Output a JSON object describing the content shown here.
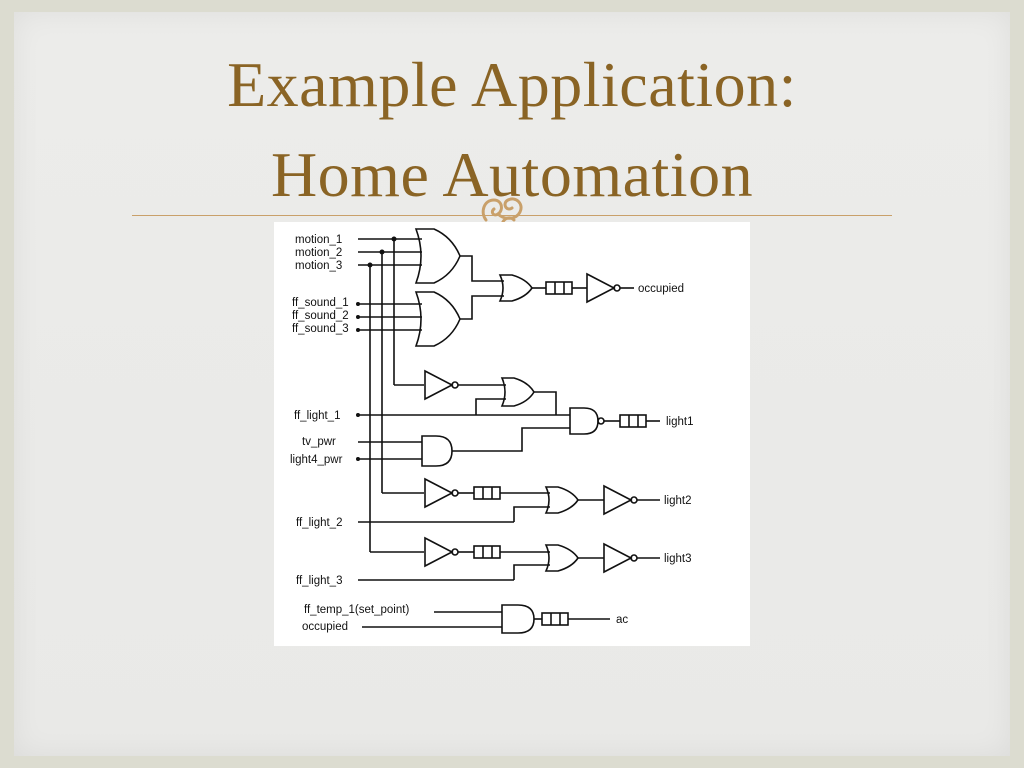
{
  "slide": {
    "title_line1": "Example Application:",
    "title_line2": "Home Automation",
    "accent_color": "#8a6425",
    "ornament_icon": "fleuron-icon"
  },
  "diagram": {
    "inputs": {
      "motion_1": "motion_1",
      "motion_2": "motion_2",
      "motion_3": "motion_3",
      "ff_sound_1": "ff_sound_1",
      "ff_sound_2": "ff_sound_2",
      "ff_sound_3": "ff_sound_3",
      "ff_light_1": "ff_light_1",
      "tv_pwr": "tv_pwr",
      "light4_pwr": "light4_pwr",
      "ff_light_2": "ff_light_2",
      "ff_light_3": "ff_light_3",
      "ff_temp_1": "ff_temp_1(set_point)",
      "occupied_in": "occupied"
    },
    "outputs": {
      "occupied": "occupied",
      "light1": "light1",
      "light2": "light2",
      "light3": "light3",
      "ac": "ac"
    }
  }
}
